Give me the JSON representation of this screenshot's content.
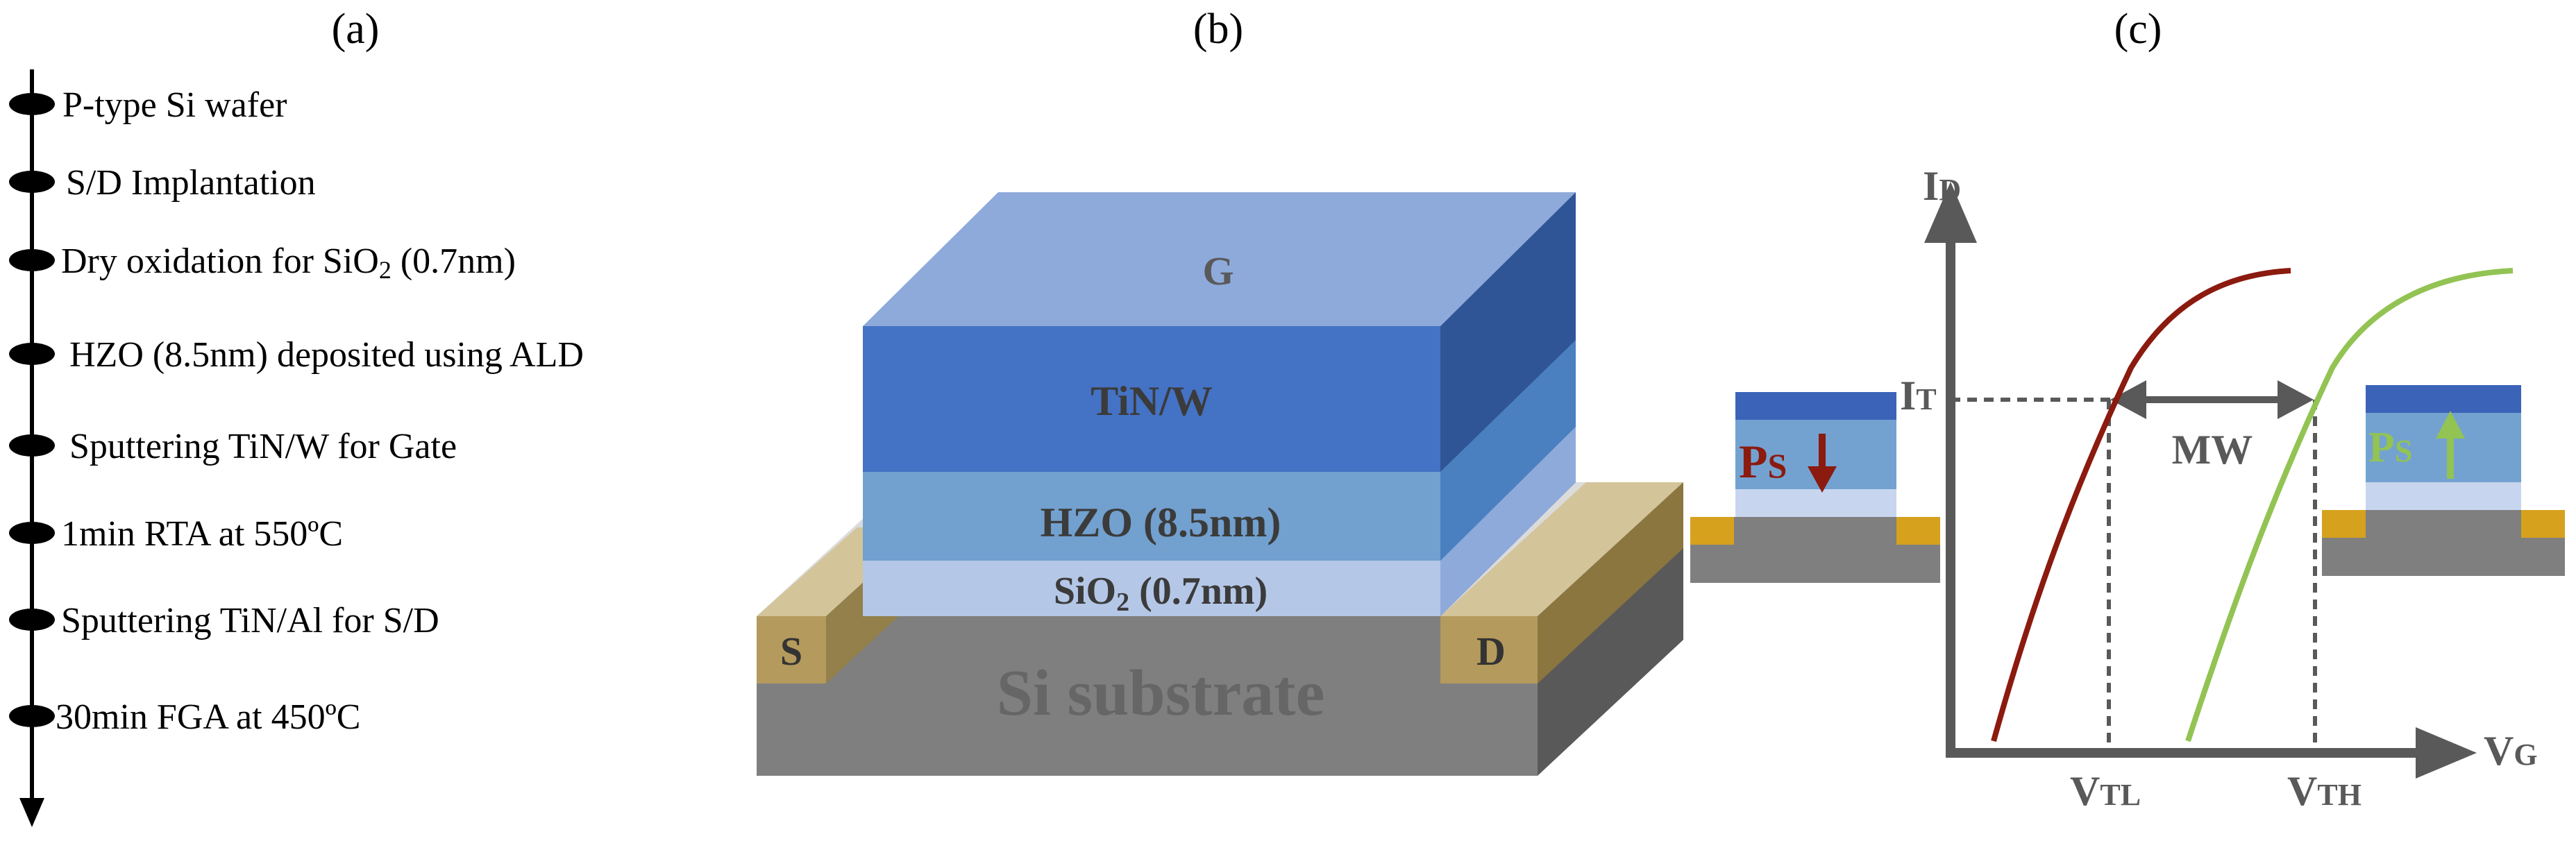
{
  "panels": {
    "a_label": "(a)",
    "b_label": "(b)",
    "c_label": "(c)"
  },
  "process_steps": [
    "P-type Si wafer",
    "S/D Implantation",
    "Dry oxidation for SiO2 (0.7nm)",
    "HZO (8.5nm) deposited using ALD",
    "Sputtering TiN/W for Gate",
    "1min RTA at 550ºC",
    "Sputtering TiN/Al for S/D",
    "30min FGA at 450ºC"
  ],
  "device": {
    "gate_label": "G",
    "metal_label": "TiN/W",
    "hzo_label": "HZO (8.5nm)",
    "oxide_label_main": "SiO",
    "oxide_label_sub": "2",
    "oxide_label_rest": " (0.7nm)",
    "substrate_label": "Si substrate",
    "source_label": "S",
    "drain_label": "D"
  },
  "curve": {
    "y_axis_main": "I",
    "y_axis_sub": "D",
    "x_axis_main": "V",
    "x_axis_sub": "G",
    "it_main": "I",
    "it_sub": "T",
    "mw_label": "MW",
    "vtl_main": "V",
    "vtl_sub": "TL",
    "vth_main": "V",
    "vth_sub": "TH",
    "ps_left_main": "P",
    "ps_left_sub": "S",
    "ps_right_main": "P",
    "ps_right_sub": "S"
  },
  "colors": {
    "gate_top": "#8eaadb",
    "gate_front": "#4472c4",
    "gate_side": "#2f5597",
    "hzo_front": "#72a0cf",
    "hzo_side": "#4a80c0",
    "oxide_front": "#b4c7e7",
    "substrate_front": "#7f7f7f",
    "substrate_side": "#595959",
    "contact_front": "#b49a5c",
    "contact_top": "#d3c49a",
    "low_vt_curve": "#8b1a0f",
    "high_vt_curve": "#92c353"
  }
}
